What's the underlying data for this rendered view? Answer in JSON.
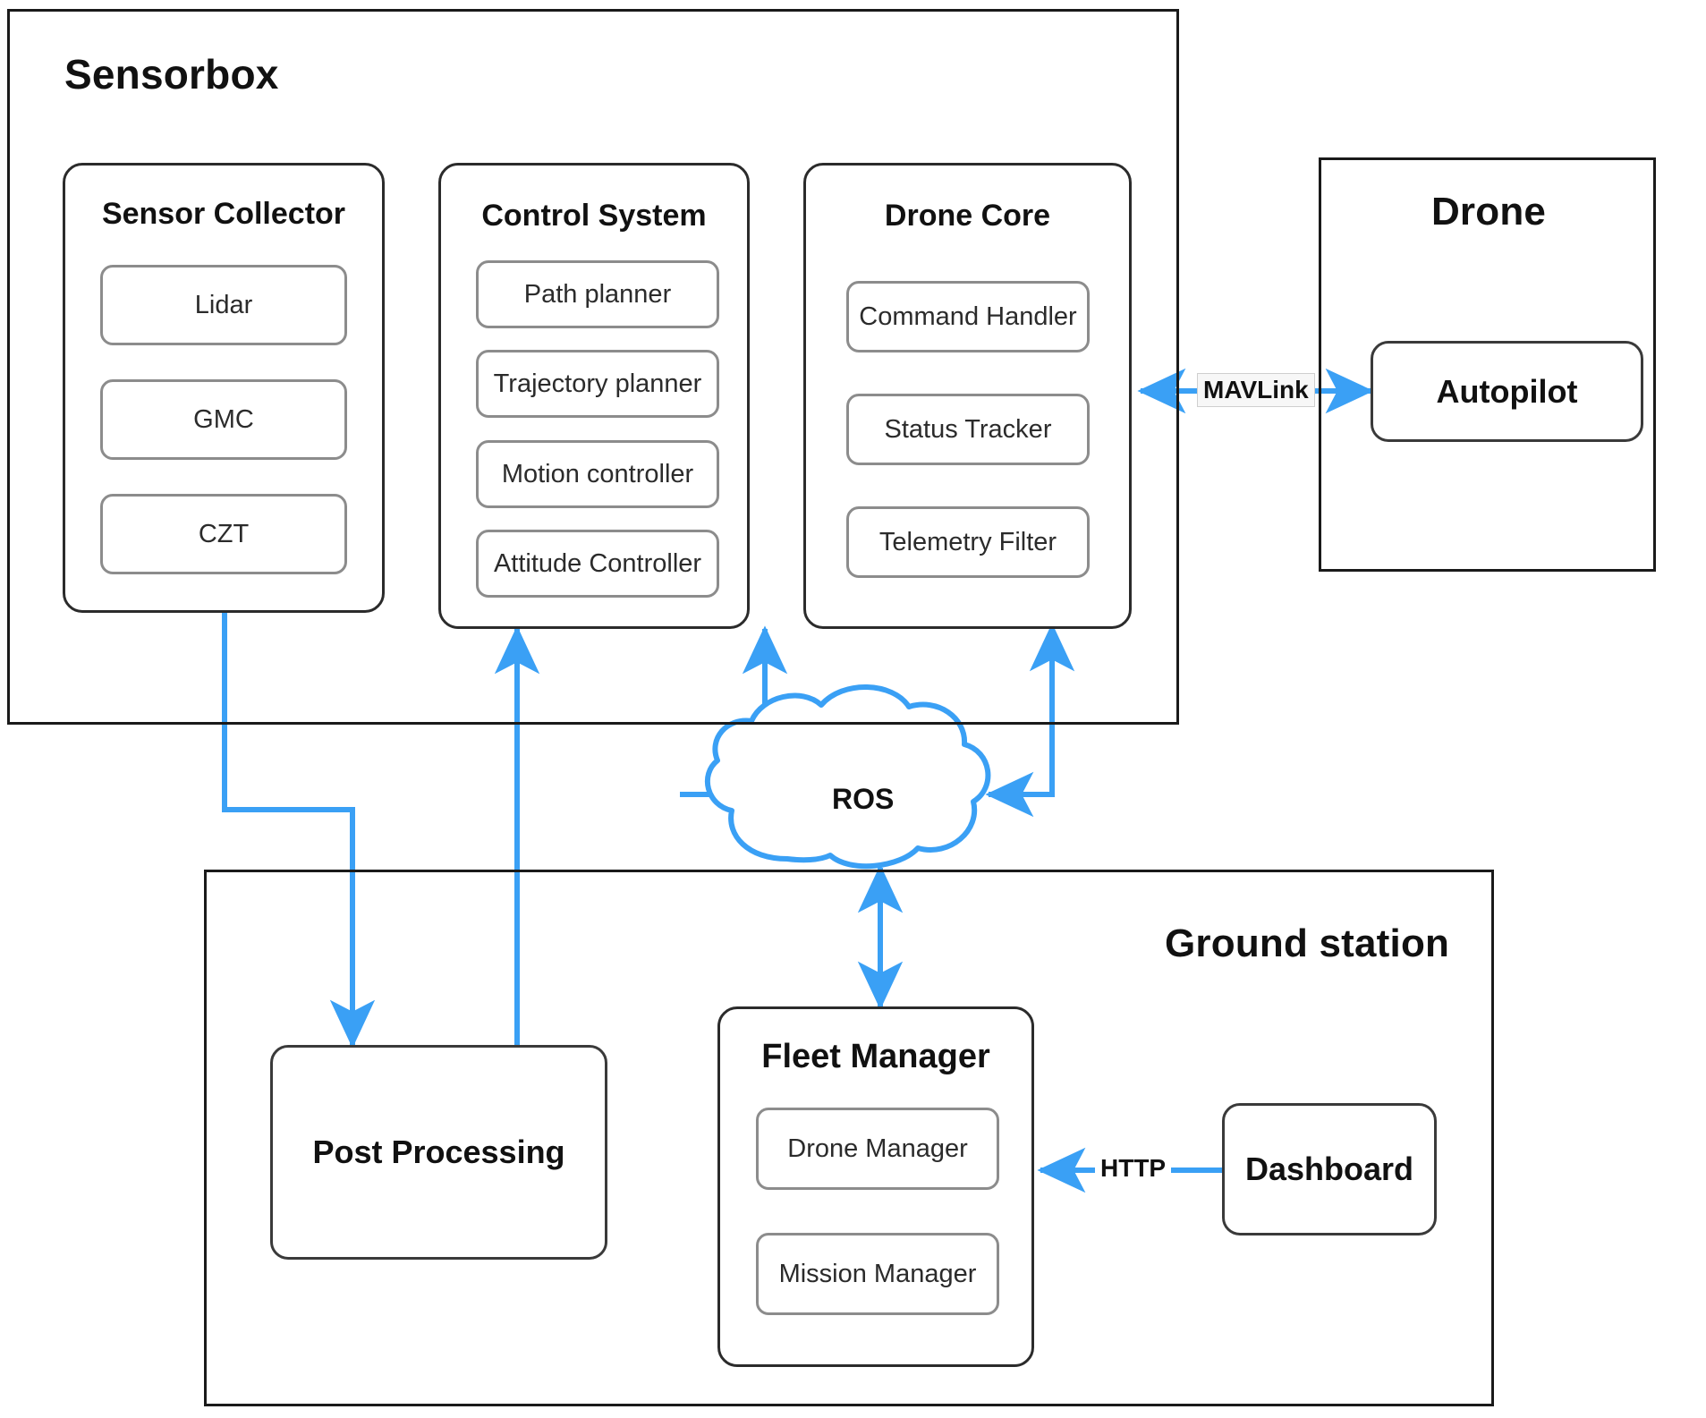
{
  "colors": {
    "edge": "#3aa0f5",
    "container_border": "#1a1a1a",
    "group_border": "#2b2b2b",
    "leaf_border": "#8c8c8c",
    "text": "#111111",
    "background": "#ffffff",
    "label_fill": "#f7f7f7"
  },
  "containers": {
    "sensorbox": {
      "title": "Sensorbox"
    },
    "drone": {
      "title": "Drone"
    },
    "ground_station": {
      "title": "Ground station"
    }
  },
  "groups": {
    "sensor_collector": {
      "title": "Sensor Collector",
      "items": [
        {
          "label": "Lidar"
        },
        {
          "label": "GMC"
        },
        {
          "label": "CZT"
        }
      ]
    },
    "control_system": {
      "title": "Control System",
      "items": [
        {
          "label": "Path planner"
        },
        {
          "label": "Trajectory planner"
        },
        {
          "label": "Motion controller"
        },
        {
          "label": "Attitude Controller"
        }
      ]
    },
    "drone_core": {
      "title": "Drone Core",
      "items": [
        {
          "label": "Command Handler"
        },
        {
          "label": "Status Tracker"
        },
        {
          "label": "Telemetry Filter"
        }
      ]
    },
    "fleet_manager": {
      "title": "Fleet Manager",
      "items": [
        {
          "label": "Drone Manager"
        },
        {
          "label": "Mission Manager"
        }
      ]
    }
  },
  "nodes": {
    "autopilot": {
      "label": "Autopilot"
    },
    "post_processing": {
      "label": "Post Processing"
    },
    "dashboard": {
      "label": "Dashboard"
    },
    "ros": {
      "label": "ROS"
    }
  },
  "edge_labels": {
    "mavlink": "MAVLink",
    "http": "HTTP"
  }
}
